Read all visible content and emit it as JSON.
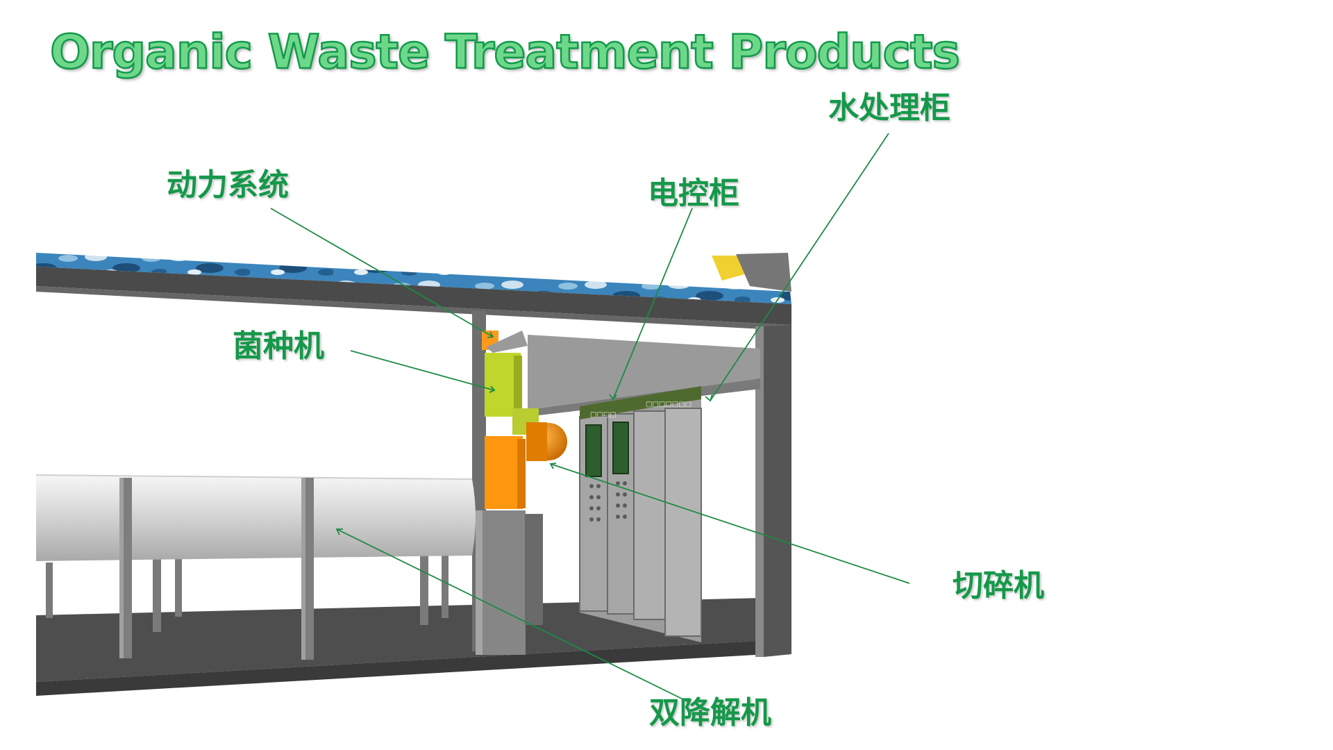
{
  "title": "Organic Waste Treatment Products",
  "colors": {
    "title_fill": "#6ed88a",
    "title_stroke": "#11994a",
    "label": "#15984a",
    "leader_line": "#1d8a45"
  },
  "components": {
    "water_cabinet": "水处理柜",
    "power_system": "动力系统",
    "control_cabinet": "电控柜",
    "inoculant_machine": "菌种机",
    "shredder": "切碎机",
    "degrader": "双降解机"
  }
}
